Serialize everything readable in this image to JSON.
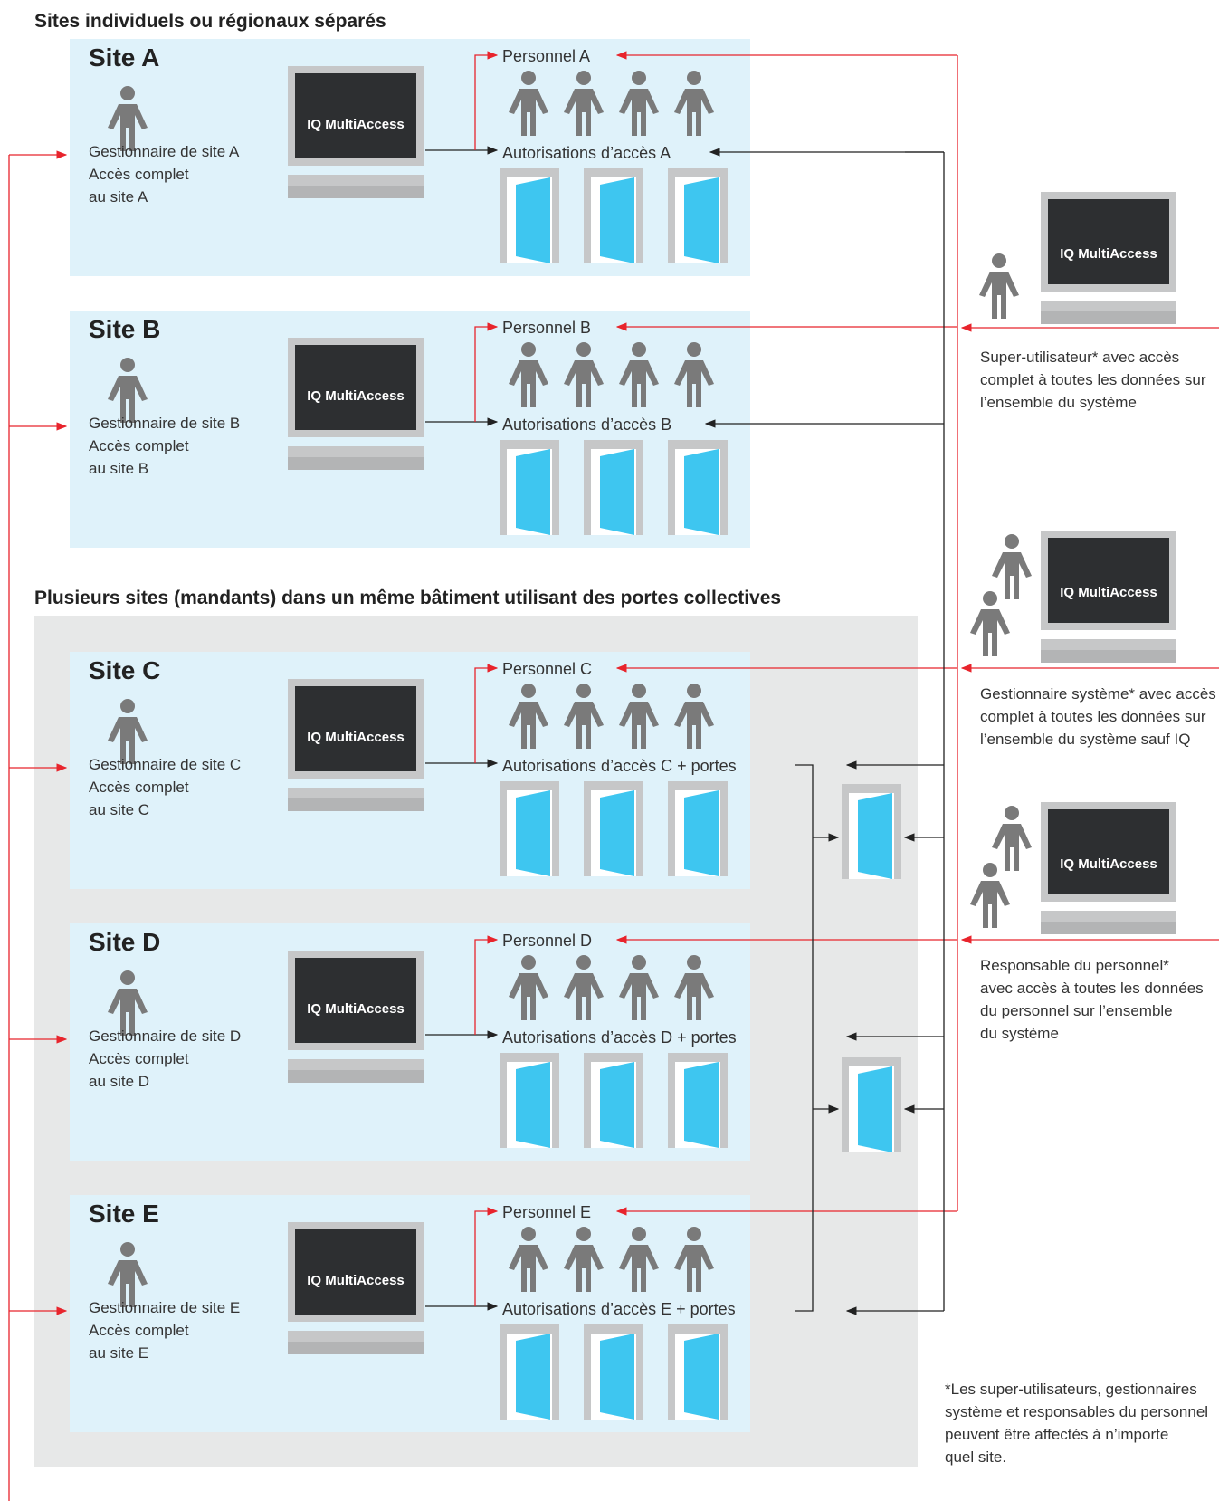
{
  "headings": {
    "separate_sites": "Sites individuels ou régionaux séparés",
    "multi_tenant": "Plusieurs sites (mandants) dans un même bâtiment utilisant des portes collectives"
  },
  "monitor_label": "IQ MultiAccess",
  "sites": [
    {
      "title": "Site A",
      "manager": [
        "Gestionnaire de site A",
        "Accès complet",
        "au site A"
      ],
      "personnel": "Personnel A",
      "access": "Autorisations d’accès A"
    },
    {
      "title": "Site B",
      "manager": [
        "Gestionnaire de site B",
        "Accès complet",
        "au site B"
      ],
      "personnel": "Personnel B",
      "access": "Autorisations d’accès B"
    },
    {
      "title": "Site C",
      "manager": [
        "Gestionnaire de site C",
        "Accès complet",
        "au site C"
      ],
      "personnel": "Personnel C",
      "access": "Autorisations d’accès C + portes"
    },
    {
      "title": "Site D",
      "manager": [
        "Gestionnaire de site D",
        "Accès complet",
        "au site D"
      ],
      "personnel": "Personnel D",
      "access": "Autorisations d’accès D + portes"
    },
    {
      "title": "Site E",
      "manager": [
        "Gestionnaire de site E",
        "Accès complet",
        "au site E"
      ],
      "personnel": "Personnel E",
      "access": "Autorisations d’accès E + portes"
    }
  ],
  "roles": [
    {
      "lines": [
        "Super-utilisateur* avec accès",
        "complet à toutes les données sur",
        "l’ensemble du système"
      ]
    },
    {
      "lines": [
        "Gestionnaire système* avec accès",
        "complet à toutes les données sur",
        "l’ensemble du système sauf IQ"
      ]
    },
    {
      "lines": [
        "Responsable du personnel*",
        "avec accès à toutes les données",
        "du personnel sur l’ensemble",
        "du système"
      ]
    }
  ],
  "footnote": [
    "*Les super-utilisateurs, gestionnaires",
    "système et responsables du personnel",
    "peuvent être affectés à n’importe",
    "quel site."
  ],
  "colors": {
    "site_bg": "#dff2fa",
    "group_bg": "#e7e8e8",
    "red": "#e8242c",
    "person": "#7a7a7a",
    "door": "#3ec6f0",
    "frame": "#c6c7c8",
    "screen": "#2d2f31"
  }
}
